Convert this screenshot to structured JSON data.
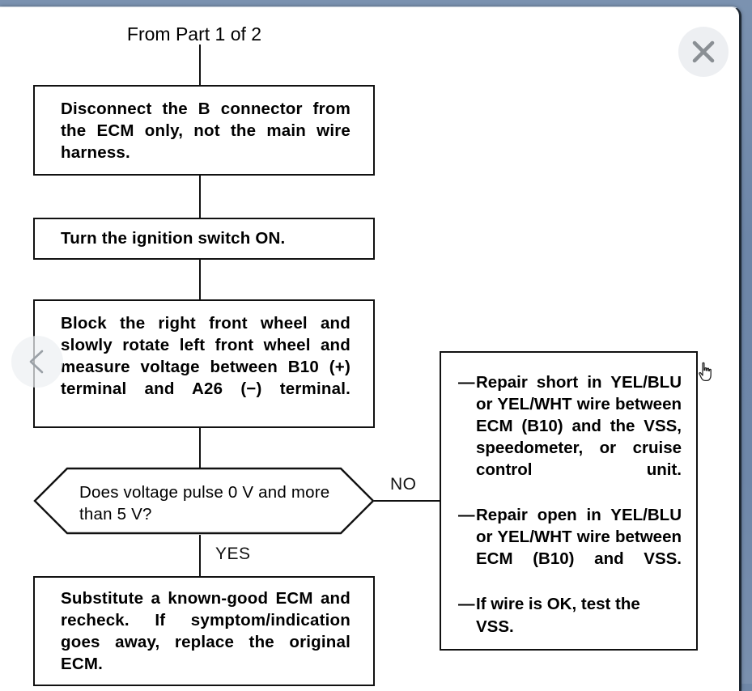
{
  "viewer": {
    "close_label": "Close",
    "prev_label": "Previous page",
    "close_icon": "close-icon",
    "prev_icon": "chevron-left-icon",
    "cursor_icon": "pointer-hand-cursor",
    "backdrop_color": "#6f87a7",
    "page_color": "#ffffff",
    "ink_color": "#111111"
  },
  "flowchart": {
    "title": "From Part 1 of 2",
    "nodes": [
      {
        "id": "step-1",
        "type": "process",
        "text": "Disconnect the B connector from the ECM only, not the main wire harness."
      },
      {
        "id": "step-2",
        "type": "process",
        "text": "Turn the ignition switch ON."
      },
      {
        "id": "step-3",
        "type": "process",
        "text": "Block the right front wheel and slowly rotate left front wheel and measure voltage between B10 (+) terminal and A26 (−) terminal."
      },
      {
        "id": "decision-1",
        "type": "decision",
        "text": "Does voltage pulse 0 V and more than 5 V?"
      },
      {
        "id": "step-4",
        "type": "process",
        "text": "Substitute a known-good ECM and recheck. If symptom/indication goes away, replace the original ECM."
      }
    ],
    "edges": [
      {
        "id": "edge-yes",
        "label": "YES",
        "from": "decision-1",
        "to": "step-4"
      },
      {
        "id": "edge-no",
        "label": "NO",
        "from": "decision-1",
        "to": "repair-box"
      }
    ],
    "repair_box": {
      "id": "repair-box",
      "type": "action-list",
      "bullet": "—",
      "items": [
        "Repair short in YEL/BLU or YEL/WHT wire between ECM (B10) and the VSS, speedometer, or cruise control unit.",
        "Repair open in YEL/BLU or YEL/WHT wire between ECM (B10) and VSS.",
        "If wire is OK, test the VSS."
      ]
    }
  }
}
